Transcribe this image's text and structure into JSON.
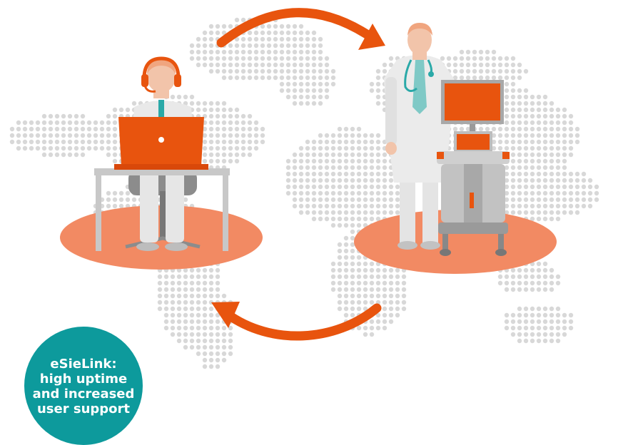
{
  "colors": {
    "map_dots": "#d8d8d8",
    "accent_orange": "#e8540e",
    "floor_disc": "#f28a63",
    "badge": "#0d9a9c",
    "stethoscope": "#2aa9a8"
  },
  "badge": {
    "lines": [
      "eSieLink:",
      "high uptime",
      "and increased",
      "user support"
    ]
  },
  "icons": {
    "top_arrow": "curved-arrow-right-icon",
    "bottom_arrow": "curved-arrow-left-icon",
    "headset": "headset-icon",
    "laptop": "laptop-icon",
    "stethoscope": "stethoscope-icon"
  }
}
